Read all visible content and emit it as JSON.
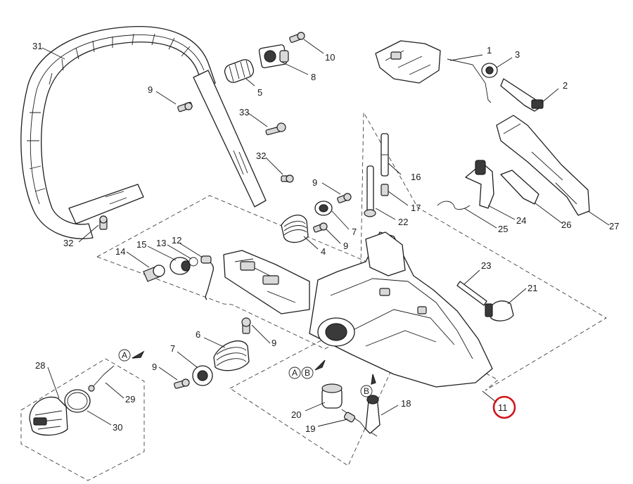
{
  "callouts": {
    "p1": "1",
    "p2": "2",
    "p3": "3",
    "p4": "4",
    "p5": "5",
    "p6": "6",
    "p7a": "7",
    "p7b": "7",
    "p8": "8",
    "p9a": "9",
    "p9b": "9",
    "p9c": "9",
    "p9d": "9",
    "p9e": "9",
    "p10": "10",
    "p11": "11",
    "p12": "12",
    "p13": "13",
    "p14": "14",
    "p15": "15",
    "p16": "16",
    "p17": "17",
    "p18": "18",
    "p19": "19",
    "p20": "20",
    "p21": "21",
    "p22": "22",
    "p23": "23",
    "p24": "24",
    "p25": "25",
    "p26": "26",
    "p27": "27",
    "p28": "28",
    "p29": "29",
    "p30": "30",
    "p31": "31",
    "p32a": "32",
    "p32b": "32",
    "p33": "33"
  },
  "markers": {
    "a_top": "A",
    "ab_a": "A",
    "ab_b": "B",
    "b_mid": "B"
  },
  "highlight": {
    "part": "11",
    "color": "#d0161b"
  }
}
